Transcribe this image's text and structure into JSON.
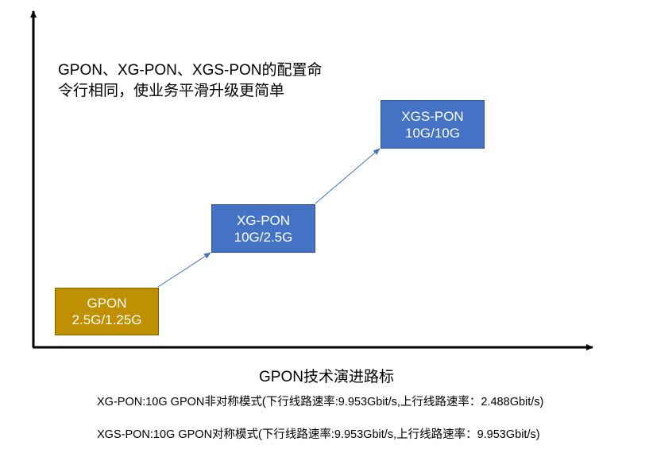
{
  "headline": {
    "line1": "GPON、XG-PON、XGS-PON的配置命",
    "line2": "令行相同，使业务平滑升级更简单"
  },
  "stages": [
    {
      "name": "GPON",
      "rate": "2.5G/1.25G",
      "color": "#bf9000"
    },
    {
      "name": "XG-PON",
      "rate": "10G/2.5G",
      "color": "#4472c4"
    },
    {
      "name": "XGS-PON",
      "rate": "10G/10G",
      "color": "#4472c4"
    }
  ],
  "arrow_color": "#4472c4",
  "caption": "GPON技术演进路标",
  "notes": [
    "XG-PON:10G GPON非对称模式(下行线路速率:9.953Gbit/s,上行线路速率：2.488Gbit/s)",
    "XGS-PON:10G GPON对称模式(下行线路速率:9.953Gbit/s,上行线路速率：9.953Gbit/s)"
  ]
}
